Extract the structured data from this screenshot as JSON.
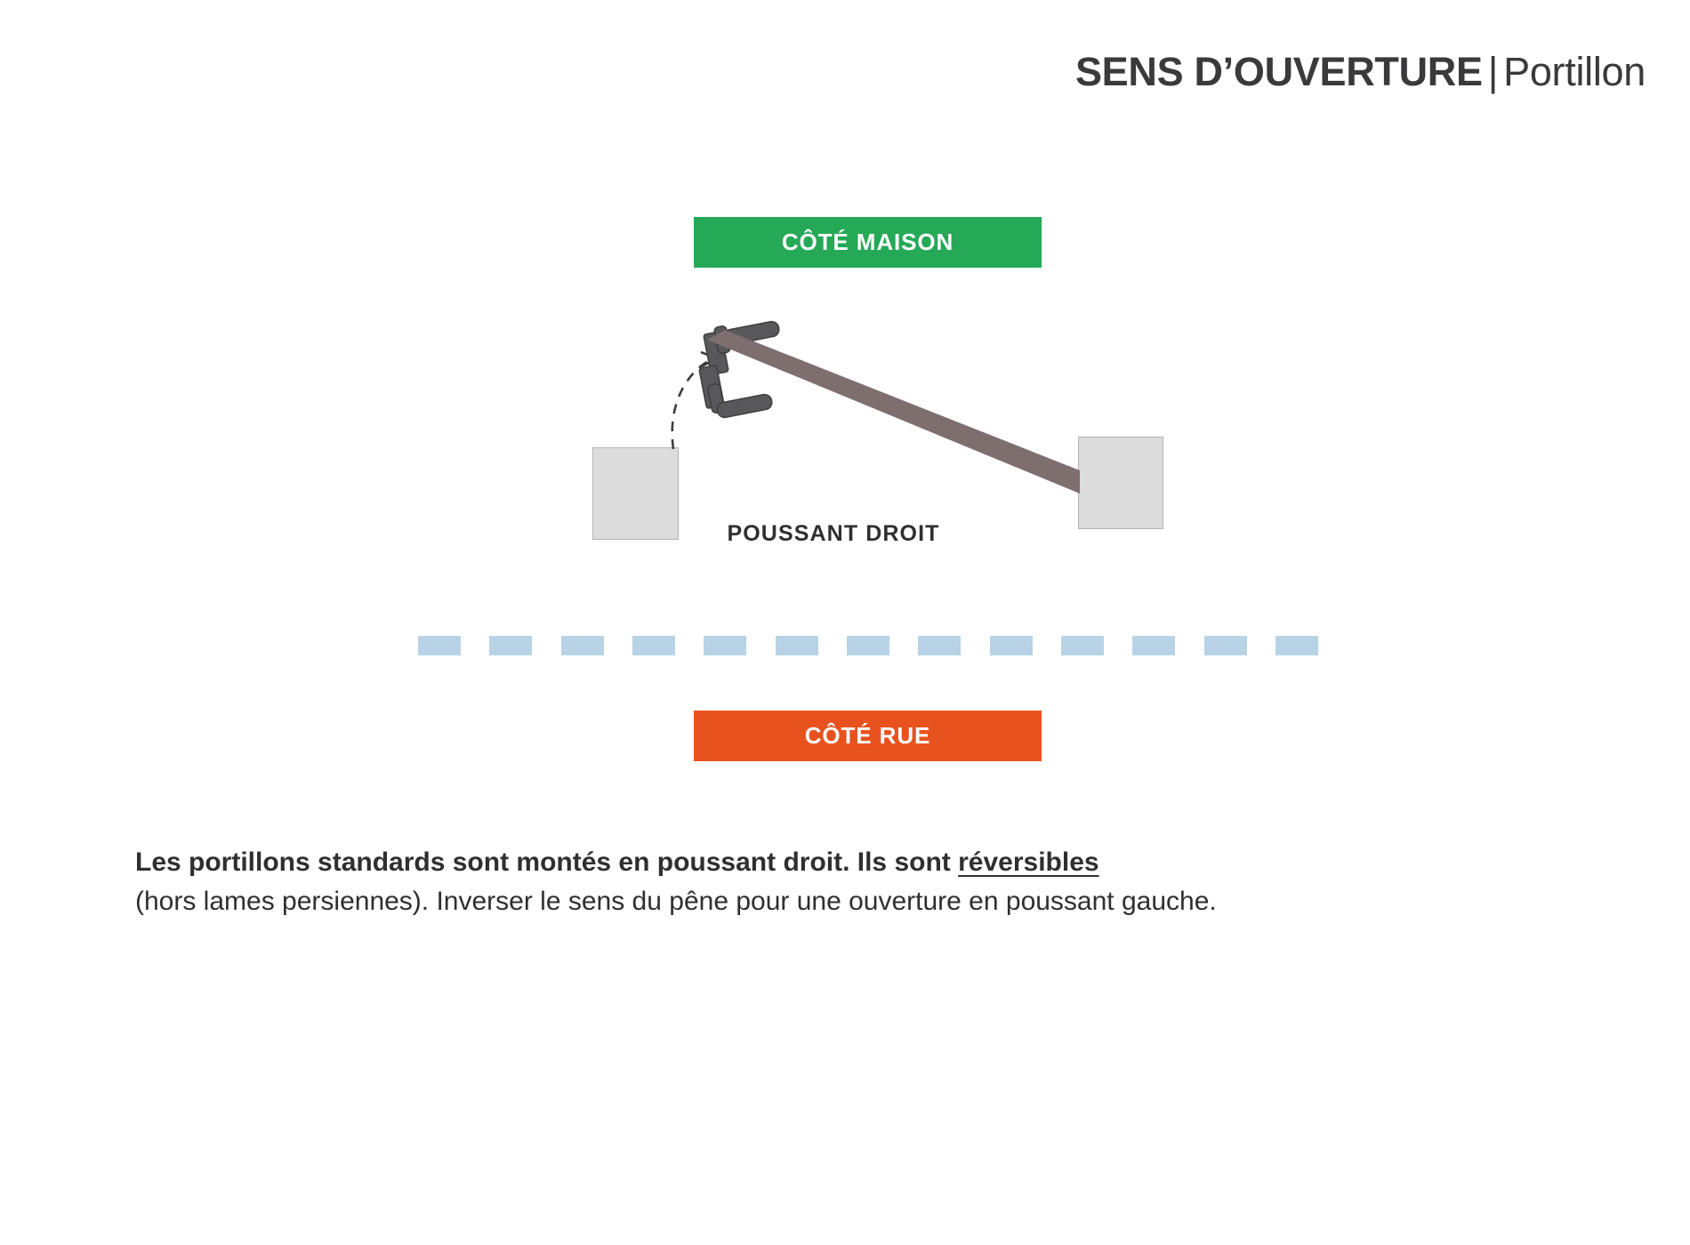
{
  "header": {
    "title_strong": "SENS D’OUVERTURE",
    "title_separator": "|",
    "title_light": "Portillon"
  },
  "diagram": {
    "banner_house": {
      "label": "CÔTÉ MAISON",
      "color": "#25a957",
      "text_color": "#ffffff"
    },
    "banner_street": {
      "label": "CÔTÉ RUE",
      "color": "#e8521e",
      "text_color": "#ffffff"
    },
    "opening_label": "POUSSANT DROIT",
    "leaf_color": "#7e6e6e",
    "handle_color": "#58585a",
    "post_color": "#dcdcdc",
    "post_border_color": "#b3b3b3",
    "street_line_color": "#b9d3e6",
    "street_line_dash_count": 13,
    "swing_arrow": "curved-dashed-arrow"
  },
  "caption": {
    "line_1_part_1": "Les portillons standards sont montés en poussant droit. Ils sont ",
    "line_1_underlined": "réversibles ",
    "line_2": "(hors lames persiennes). Inverser le sens du pêne pour une ouverture en poussant gauche."
  }
}
